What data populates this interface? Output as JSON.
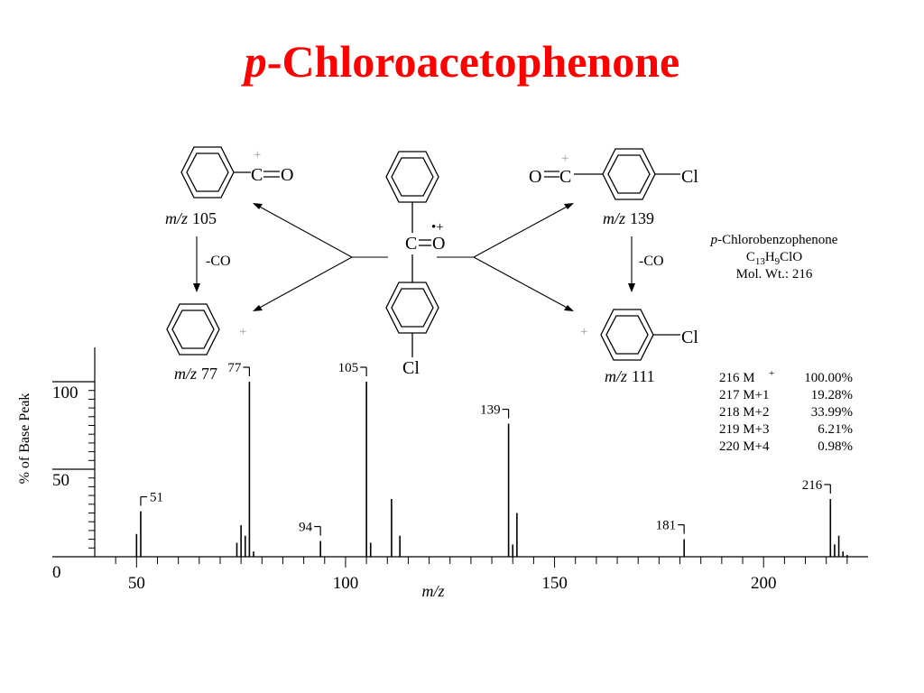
{
  "title": {
    "prefix": "p",
    "rest": "-Chloroacetophenone",
    "color": "#ff0000"
  },
  "scheme": {
    "frag105": {
      "mz": "m/z",
      "value": "105",
      "plus": "+",
      "carbon": "C",
      "oxygen": "O"
    },
    "frag77": {
      "mz": "m/z",
      "value": "77",
      "plus": "+"
    },
    "frag139": {
      "mz": "m/z",
      "value": "139",
      "plus": "+",
      "carbon": "C",
      "oxygen": "O",
      "cl": "Cl"
    },
    "frag111": {
      "mz": "m/z",
      "value": "111",
      "plus": "+",
      "cl": "Cl"
    },
    "center": {
      "carbon": "C",
      "oxygen": "O",
      "radical": "•+",
      "cl": "Cl"
    },
    "loss_left": "-CO",
    "loss_right": "-CO"
  },
  "info": {
    "name_prefix": "p",
    "name_rest": "-Chlorobenzophenone",
    "formula": {
      "C": "C",
      "c_sub": "13",
      "H": "H",
      "h_sub": "9",
      "rest": "ClO"
    },
    "mol_wt": "Mol. Wt.: 216"
  },
  "isotope_table": [
    {
      "label": "216 M",
      "sup": "+",
      "pct": "100.00%"
    },
    {
      "label": "217 M+1",
      "sup": "",
      "pct": "19.28%"
    },
    {
      "label": "218 M+2",
      "sup": "",
      "pct": "33.99%"
    },
    {
      "label": "219 M+3",
      "sup": "",
      "pct": "6.21%"
    },
    {
      "label": "220 M+4",
      "sup": "",
      "pct": "0.98%"
    }
  ],
  "chart_data": {
    "type": "bar",
    "xlabel": "m/z",
    "ylabel": "% of Base Peak",
    "xlim": [
      40,
      225
    ],
    "ylim": [
      0,
      100
    ],
    "xticks": [
      50,
      100,
      150,
      200
    ],
    "yticks": [
      0,
      50,
      100
    ],
    "x": [
      50,
      51,
      74,
      75,
      76,
      77,
      78,
      94,
      105,
      106,
      111,
      113,
      139,
      140,
      141,
      181,
      216,
      217,
      218,
      219,
      220
    ],
    "values": [
      13,
      26,
      8,
      18,
      12,
      100,
      3,
      9,
      100,
      8,
      33,
      12,
      76,
      7,
      25,
      10,
      33,
      7,
      12,
      3,
      1
    ],
    "peak_labels": [
      "51",
      "77",
      "94",
      "105",
      "139",
      "181",
      "216"
    ]
  }
}
